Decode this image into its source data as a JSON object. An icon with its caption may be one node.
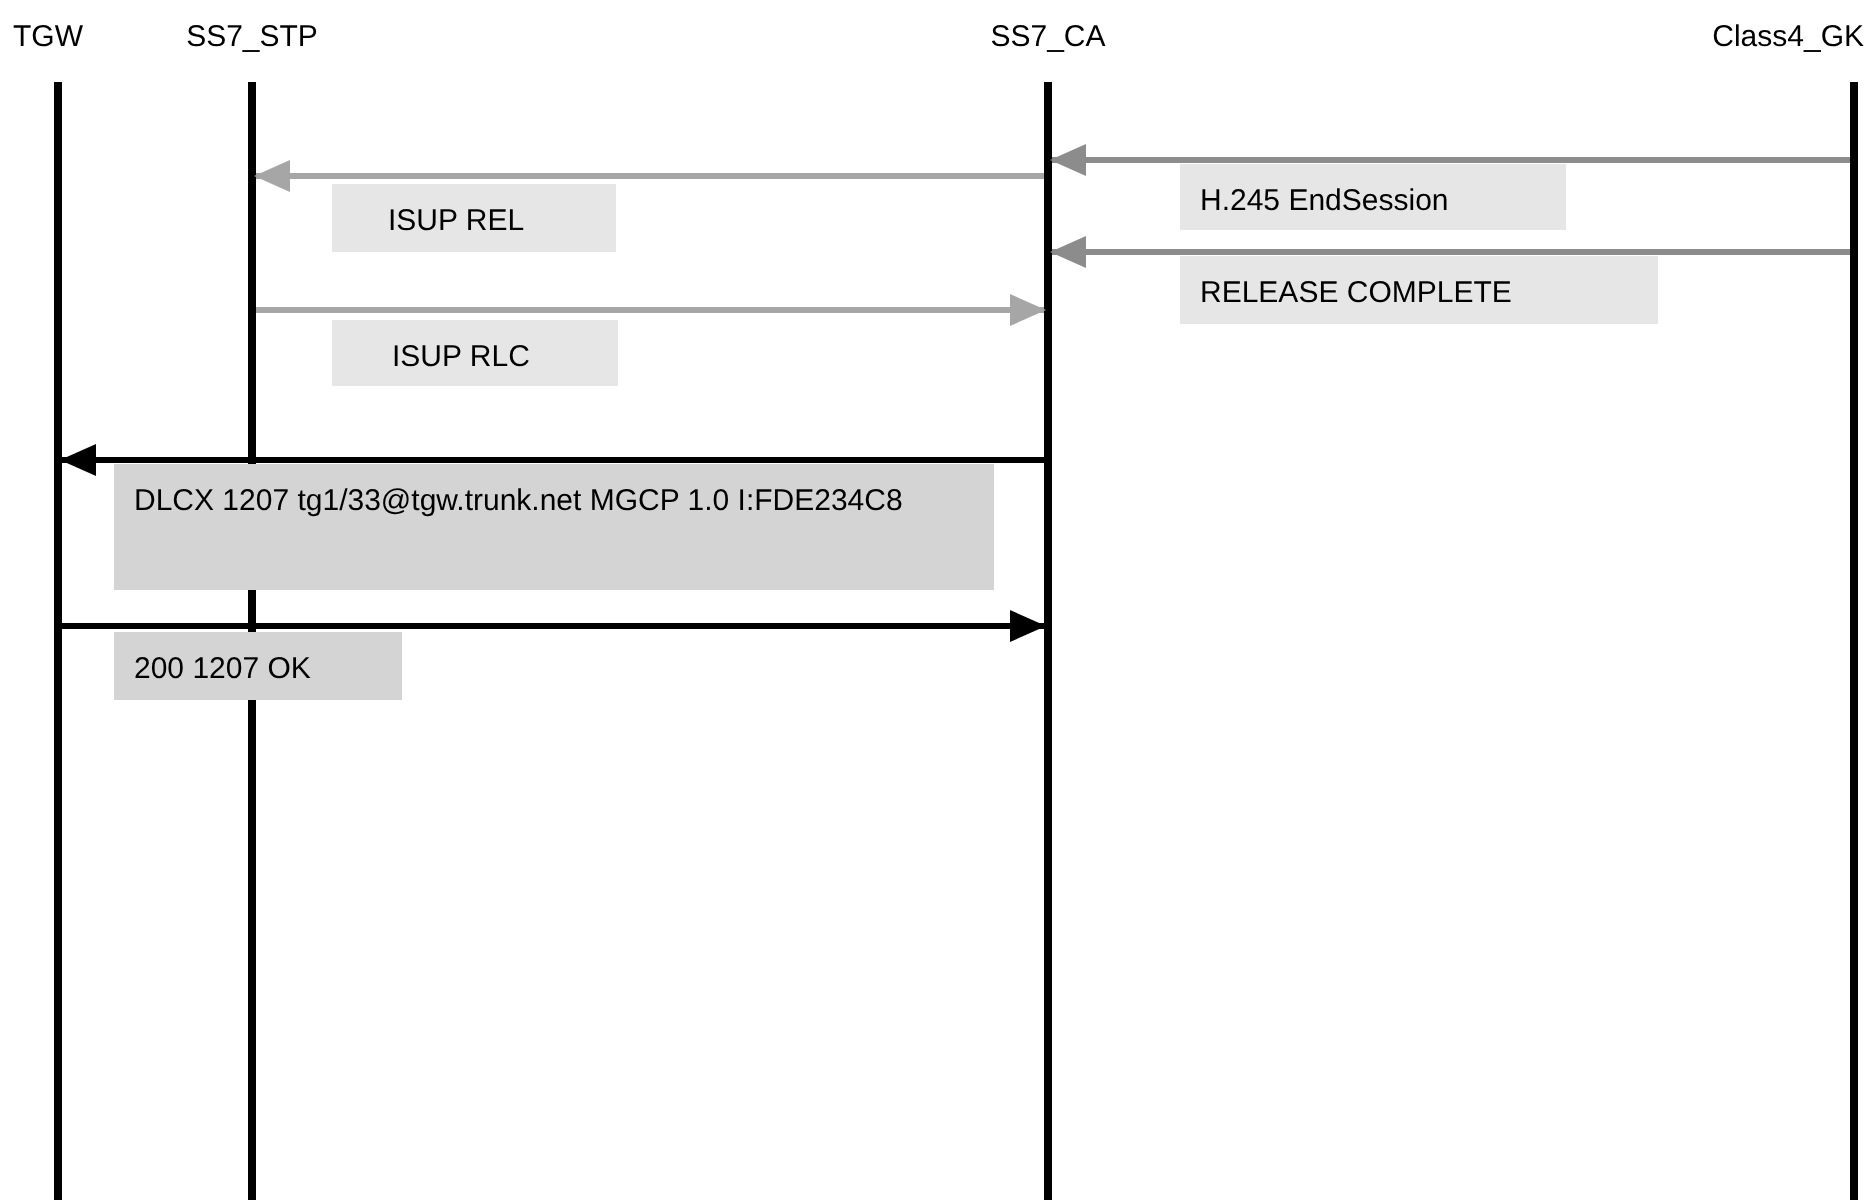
{
  "diagram": {
    "nodes": [
      {
        "text": [
          "TGW"
        ]
      },
      {
        "text": [
          "SS7_STP"
        ]
      },
      {
        "text": [
          "SS7_CA"
        ]
      },
      {
        "text": [
          "Class4_GK"
        ]
      }
    ],
    "edges": [
      {
        "from": 3,
        "to": 2,
        "arrow": "to",
        "label": "H.245 EndSession",
        "color": "#8c8c8c"
      },
      {
        "from": 2,
        "to": 1,
        "arrow": "to",
        "label": "ISUP REL",
        "color": "#a6a6a6"
      },
      {
        "from": 3,
        "to": 2,
        "arrow": "to",
        "label": "RELEASE COMPLETE",
        "color": "#8c8c8c"
      },
      {
        "from": 1,
        "to": 2,
        "arrow": "to",
        "label": "ISUP RLC",
        "color": "#a6a6a6"
      },
      {
        "from": 2,
        "to": 0,
        "arrow": "to",
        "label": "DLCX 1207 tg1/33@tgw.trunk.net MGCP 1.0 I:FDE234C8",
        "color": "#000000"
      },
      {
        "from": 0,
        "to": 2,
        "arrow": "to",
        "label": "200 1207 OK",
        "color": "#000000"
      }
    ]
  }
}
